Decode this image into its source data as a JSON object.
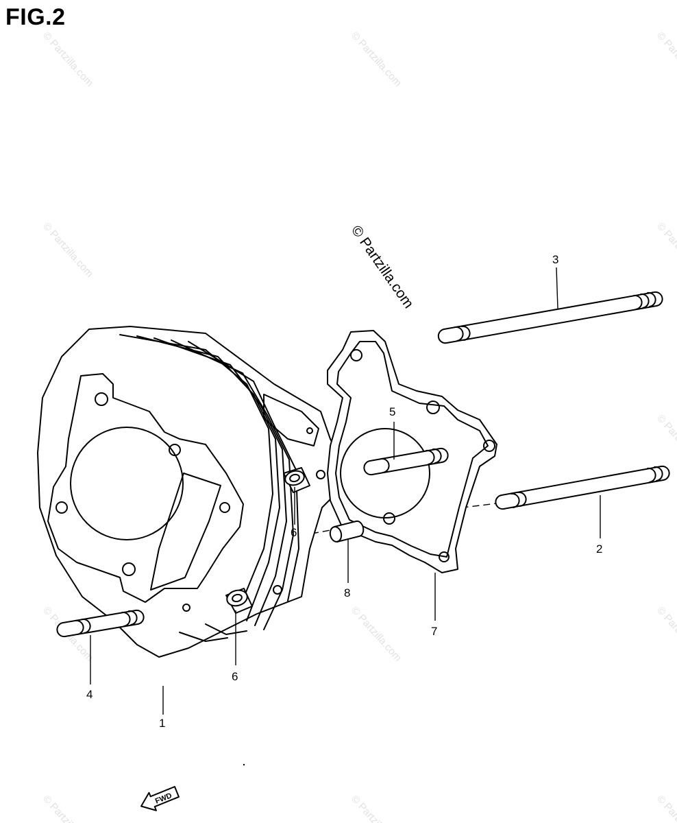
{
  "figure_label": "FIG.2",
  "watermark_text": "© Partzilla.com",
  "fwd_text": "FWD",
  "parts": [
    {
      "id": "p1",
      "number": "1"
    },
    {
      "id": "p2",
      "number": "2"
    },
    {
      "id": "p3",
      "number": "3"
    },
    {
      "id": "p4",
      "number": "4"
    },
    {
      "id": "p5",
      "number": "5"
    },
    {
      "id": "p6a",
      "number": "6"
    },
    {
      "id": "p6b",
      "number": "6"
    },
    {
      "id": "p7",
      "number": "7"
    },
    {
      "id": "p8",
      "number": "8"
    }
  ]
}
